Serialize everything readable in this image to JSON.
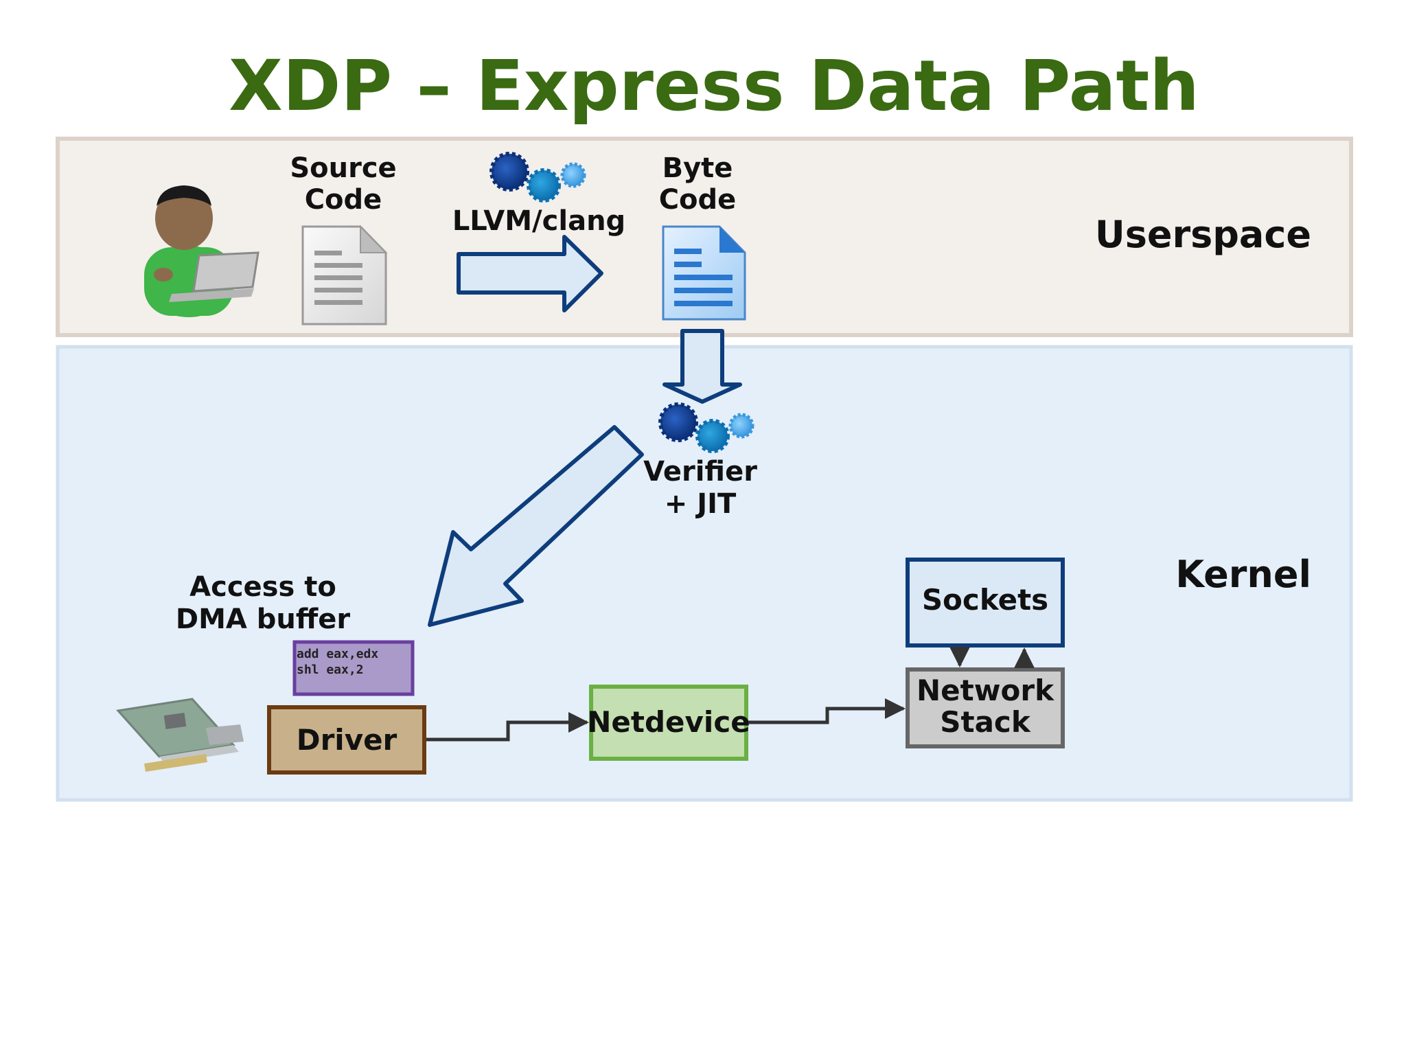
{
  "title": "XDP – Express Data Path",
  "zones": {
    "userspace": "Userspace",
    "kernel": "Kernel"
  },
  "labels": {
    "source_code": [
      "Source",
      "Code"
    ],
    "compiler": "LLVM/clang",
    "byte_code": [
      "Byte",
      "Code"
    ],
    "verifier": [
      "Verifier",
      "+ JIT"
    ],
    "dma_access": [
      "Access to",
      "DMA buffer"
    ]
  },
  "code_snippet": [
    "add eax,edx",
    "shl eax,2"
  ],
  "boxes": {
    "driver": "Driver",
    "netdevice": "Netdevice",
    "sockets": "Sockets",
    "network_stack": [
      "Network",
      "Stack"
    ]
  },
  "colors": {
    "title": "#3a6a12",
    "userspace_bg": "#f3efeb",
    "userspace_border": "#dcd2c9",
    "kernel_bg": "#e4effa",
    "kernel_border": "#d2e0ee",
    "arrow_stroke": "#0e3d7c",
    "arrow_fill": "#dbe8f5",
    "driver_fill": "#c8b08a",
    "driver_border": "#6b3b12",
    "netdevice_fill": "#c4dfb1",
    "netdevice_border": "#6ab043",
    "sockets_fill": "#dbe9f7",
    "sockets_border": "#0e3d7c",
    "stack_fill": "#cccccc",
    "stack_border": "#666666",
    "code_fill": "#a99ac9",
    "code_border": "#6a3fa0"
  },
  "icons": [
    "user-with-laptop-icon",
    "source-document-icon",
    "gears-icon",
    "byte-code-document-icon",
    "network-card-icon"
  ]
}
